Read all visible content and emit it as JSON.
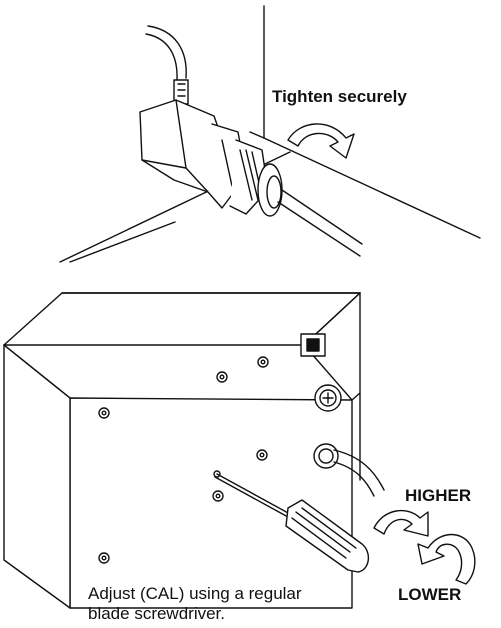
{
  "labels": {
    "tighten": "Tighten securely",
    "higher": "HIGHER",
    "lower": "LOWER",
    "caption_line1": "Adjust (CAL) using a regular",
    "caption_line2": "blade screwdriver."
  },
  "colors": {
    "line": "#111111",
    "fill": "#ffffff"
  }
}
